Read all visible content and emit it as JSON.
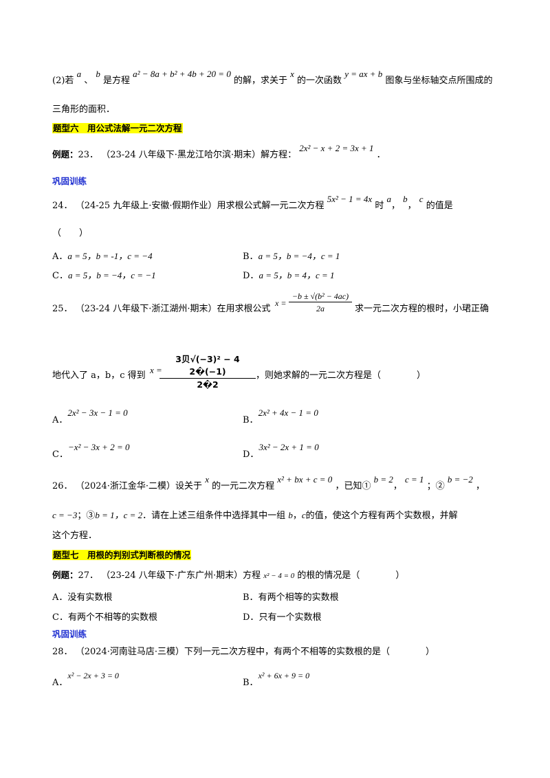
{
  "q22_part2": {
    "prefix": "(2)若",
    "a": "a",
    "sep": "、",
    "b": "b",
    "is_root_of": "是方程",
    "equation": "a² − 8a + b² + 4b + 20 = 0",
    "text1": "的解，求关于",
    "x": "x",
    "text2": "的一次函数",
    "func": "y = ax + b",
    "text3": "图象与坐标轴交点所围成的",
    "text4": "三角形的面积．"
  },
  "section6": {
    "title": "题型六　用公式法解一元二次方程"
  },
  "q23": {
    "label": "例题：",
    "number": "23．",
    "source": "（23-24 八年级下·黑龙江哈尔滨·期末）解方程：",
    "equation": "2x² − x + 2 = 3x + 1",
    "end": "．"
  },
  "practice1": "巩固训练",
  "q24": {
    "number": "24．",
    "source": "（24-25 九年级上·安徽·假期作业）用求根公式解一元二次方程",
    "equation": "5x² − 1 = 4x",
    "text": "时",
    "a": "a",
    "b": "b",
    "c": "c",
    "tail": "的值是",
    "paren": "（　　）",
    "options": [
      {
        "label": "A．",
        "value": "a = 5，b = -1，c = −4"
      },
      {
        "label": "B．",
        "value": "a = 5，b = −4，c = 1"
      },
      {
        "label": "C．",
        "value": "a = 5，b = −4，c = −1"
      },
      {
        "label": "D．",
        "value": "a = 5，b = 4，c = 1"
      }
    ]
  },
  "q25": {
    "number": "25．",
    "source": "（23-24 八年级下·浙江湖州·期末）在用求根公式",
    "formula_lhs": "x =",
    "formula_num": "−b ± √(b² − 4ac)",
    "formula_den": "2a",
    "text1": "求一元二次方程的根时，小珺正确",
    "text2": "地代入了 a，b，c 得到",
    "sub_lhs": "x =",
    "sub_num": "3贝√(−3)² − 4  2�(−1)",
    "sub_den": "2�2",
    "text3": "，则她求解的一元二次方程是（　　　　）",
    "options": [
      {
        "label": "A．",
        "value": "2x² − 3x − 1 = 0"
      },
      {
        "label": "B．",
        "value": "2x² + 4x − 1 = 0"
      },
      {
        "label": "C．",
        "value": "−x² − 3x + 2 = 0"
      },
      {
        "label": "D．",
        "value": "3x² − 2x + 1 = 0"
      }
    ]
  },
  "q26": {
    "number": "26．",
    "source": "（2024·浙江金华·二模）设关于",
    "x": "x",
    "text1": "的一元二次方程",
    "equation": "x² + bx + c = 0",
    "text2": "，已知①",
    "c1b": "b = 2",
    "c1c": "c = 1",
    "text3": "；②",
    "c2b": "b = −2",
    "end1": "，",
    "line2_start": "c = −3",
    "line2_mid": "；③",
    "c3": "b = 1，c = 2",
    "line2_text": "．请在上述三组条件中选择其中一组",
    "line2_b": "b",
    "line2_c": "c",
    "line2_end": "的值，使这个方程有两个实数根，并解",
    "line3": "这个方程．"
  },
  "section7": {
    "title": "题型七　用根的判别式判断根的情况"
  },
  "q27": {
    "label": "例题：",
    "number": "27．",
    "source": "（23-24 八年级下·广东广州·期末）方程",
    "equation": "x² − 4 = 0",
    "tail": "的根的情况是（　　　　）",
    "options": [
      {
        "label": "A．",
        "value": "没有实数根"
      },
      {
        "label": "B．",
        "value": "有两个相等的实数根"
      },
      {
        "label": "C．",
        "value": "有两个不相等的实数根"
      },
      {
        "label": "D．",
        "value": "只有一个实数根"
      }
    ]
  },
  "practice2": "巩固训练",
  "q28": {
    "number": "28．",
    "source": "（2024·河南驻马店·三模）下列一元二次方程中，有两个不相等的实数根的是（　　　　）",
    "options": [
      {
        "label": "A．",
        "value": "x² − 2x + 3 = 0"
      },
      {
        "label": "B．",
        "value": "x² + 6x + 9 = 0"
      }
    ]
  }
}
